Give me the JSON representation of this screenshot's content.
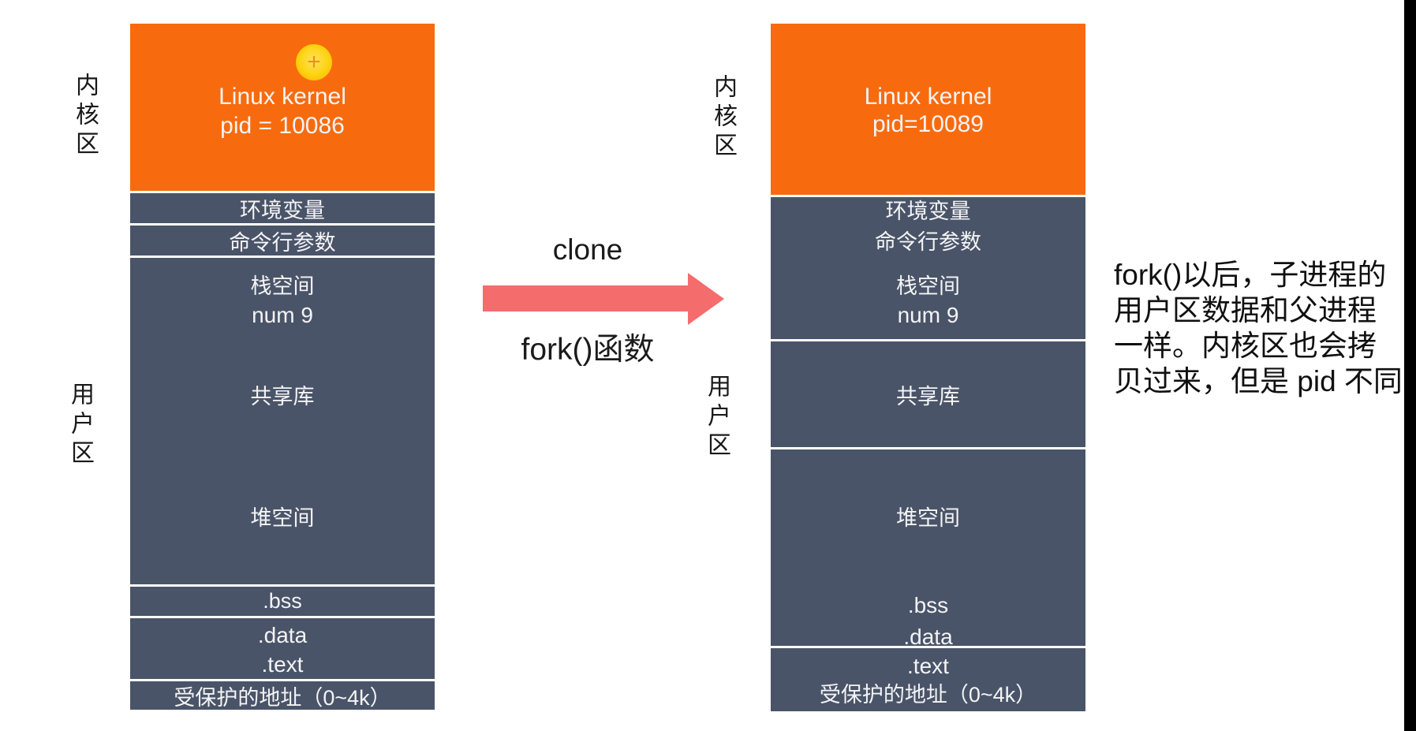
{
  "colors": {
    "kernel_orange": "#F76B0E",
    "user_slate": "#4A5468",
    "arrow_red": "#F56C6C",
    "separator_white": "#FFFFFF",
    "highlight_yellow": "#FFD210",
    "right_bar_black": "#000000"
  },
  "parent_process": {
    "kernel_region_label": "内核区",
    "user_region_label": "用户区",
    "kernel_block": {
      "title": "Linux kernel",
      "pid": "pid = 10086"
    },
    "cursor_glyph": "+",
    "sections": {
      "env": "环境变量",
      "cmdline": "命令行参数",
      "stack": "栈空间",
      "stack_value": "num 9",
      "shared_lib": "共享库",
      "heap": "堆空间",
      "bss": ".bss",
      "data": ".data",
      "text": ".text",
      "protected": "受保护的地址（0~4k）"
    }
  },
  "child_process": {
    "kernel_region_label": "内核区",
    "user_region_label": "用户区",
    "kernel_block": {
      "title": "Linux kernel",
      "pid": "pid=10089"
    },
    "sections": {
      "env": "环境变量",
      "cmdline": "命令行参数",
      "stack": "栈空间",
      "stack_value": "num 9",
      "shared_lib": "共享库",
      "heap": "堆空间",
      "bss": ".bss",
      "data": ".data",
      "text": ".text",
      "protected": "受保护的地址（0~4k）"
    }
  },
  "transition": {
    "top_label": "clone",
    "bottom_label": "fork()函数"
  },
  "annotation": {
    "lines": [
      "fork()以后，子进程的",
      "用户区数据和父进程",
      "一样。内核区也会拷",
      "贝过来，但是 pid 不同"
    ]
  }
}
